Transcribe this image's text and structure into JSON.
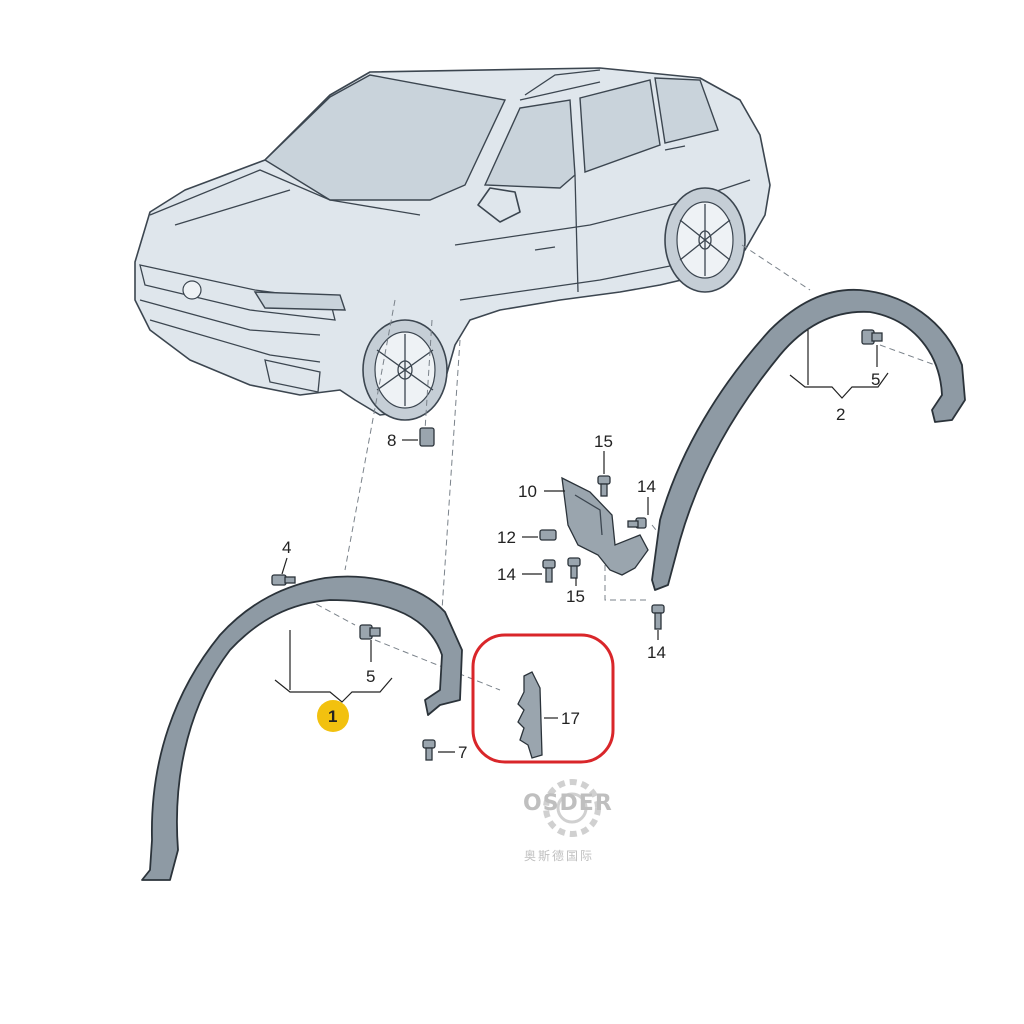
{
  "diagram": {
    "callouts": {
      "c1": "1",
      "c2": "2",
      "c4": "4",
      "c5a": "5",
      "c5b": "5",
      "c7": "7",
      "c8": "8",
      "c10": "10",
      "c12": "12",
      "c14a": "14",
      "c14b": "14",
      "c14c": "14",
      "c15a": "15",
      "c15b": "15",
      "c17": "17"
    },
    "highlight": {
      "callout": "1",
      "color": "#f2c10f"
    },
    "emphasis_box": {
      "color": "#d9262a"
    },
    "watermark": {
      "brand": "OSDER",
      "subtitle": "奥斯德国际"
    }
  }
}
